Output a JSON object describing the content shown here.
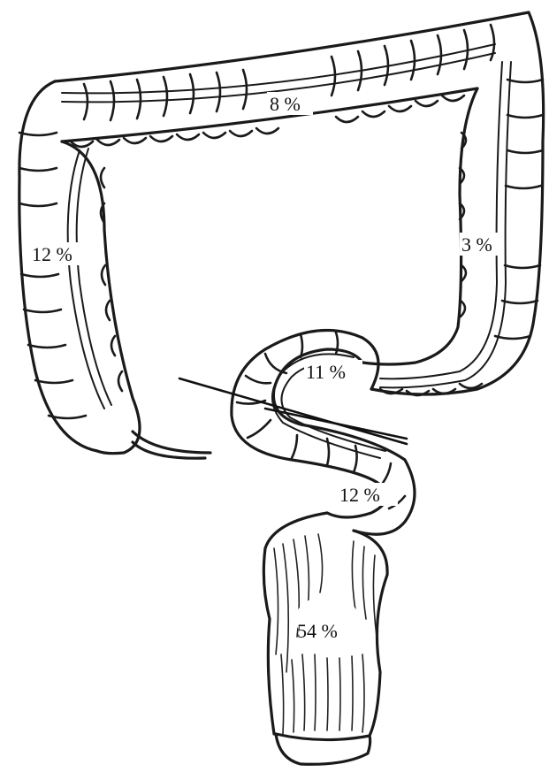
{
  "segments": {
    "transverse": {
      "percent": "8 %"
    },
    "ascending": {
      "percent": "12 %"
    },
    "descending": {
      "percent": "3 %"
    },
    "sigmoid_upper": {
      "percent": "11 %"
    },
    "sigmoid_lower": {
      "percent": "12 %"
    },
    "rectum": {
      "percent": "54 %"
    }
  },
  "colors": {
    "ink": "#1a1a1a",
    "background": "#ffffff"
  }
}
